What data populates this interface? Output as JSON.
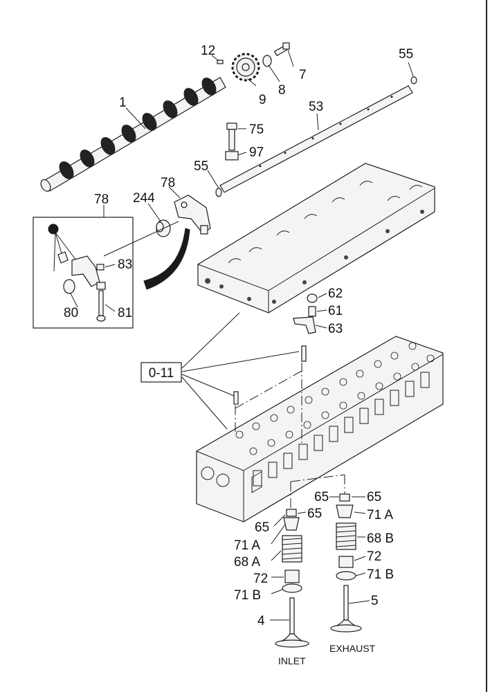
{
  "callouts": {
    "c12": "12",
    "c7": "7",
    "c8": "8",
    "c9": "9",
    "c55a": "55",
    "c1": "1",
    "c53": "53",
    "c75": "75",
    "c97": "97",
    "c55b": "55",
    "c78a": "78",
    "c244": "244",
    "c78b": "78",
    "c83": "83",
    "c80": "80",
    "c81": "81",
    "c62": "62",
    "c61": "61",
    "c63": "63",
    "c65a": "65",
    "c65b": "65",
    "c65c": "65",
    "c65d": "65",
    "c71a_right": "71 A",
    "c68b": "68 B",
    "c72_right": "72",
    "c71b_right": "71 B",
    "c5": "5",
    "c71a_left": "71 A",
    "c68a": "68 A",
    "c72_left": "72",
    "c71b_left": "71 B",
    "c4": "4"
  },
  "reference_box": {
    "label": "0-11"
  },
  "valve_labels": {
    "inlet": "INLET",
    "exhaust": "EXHAUST"
  }
}
